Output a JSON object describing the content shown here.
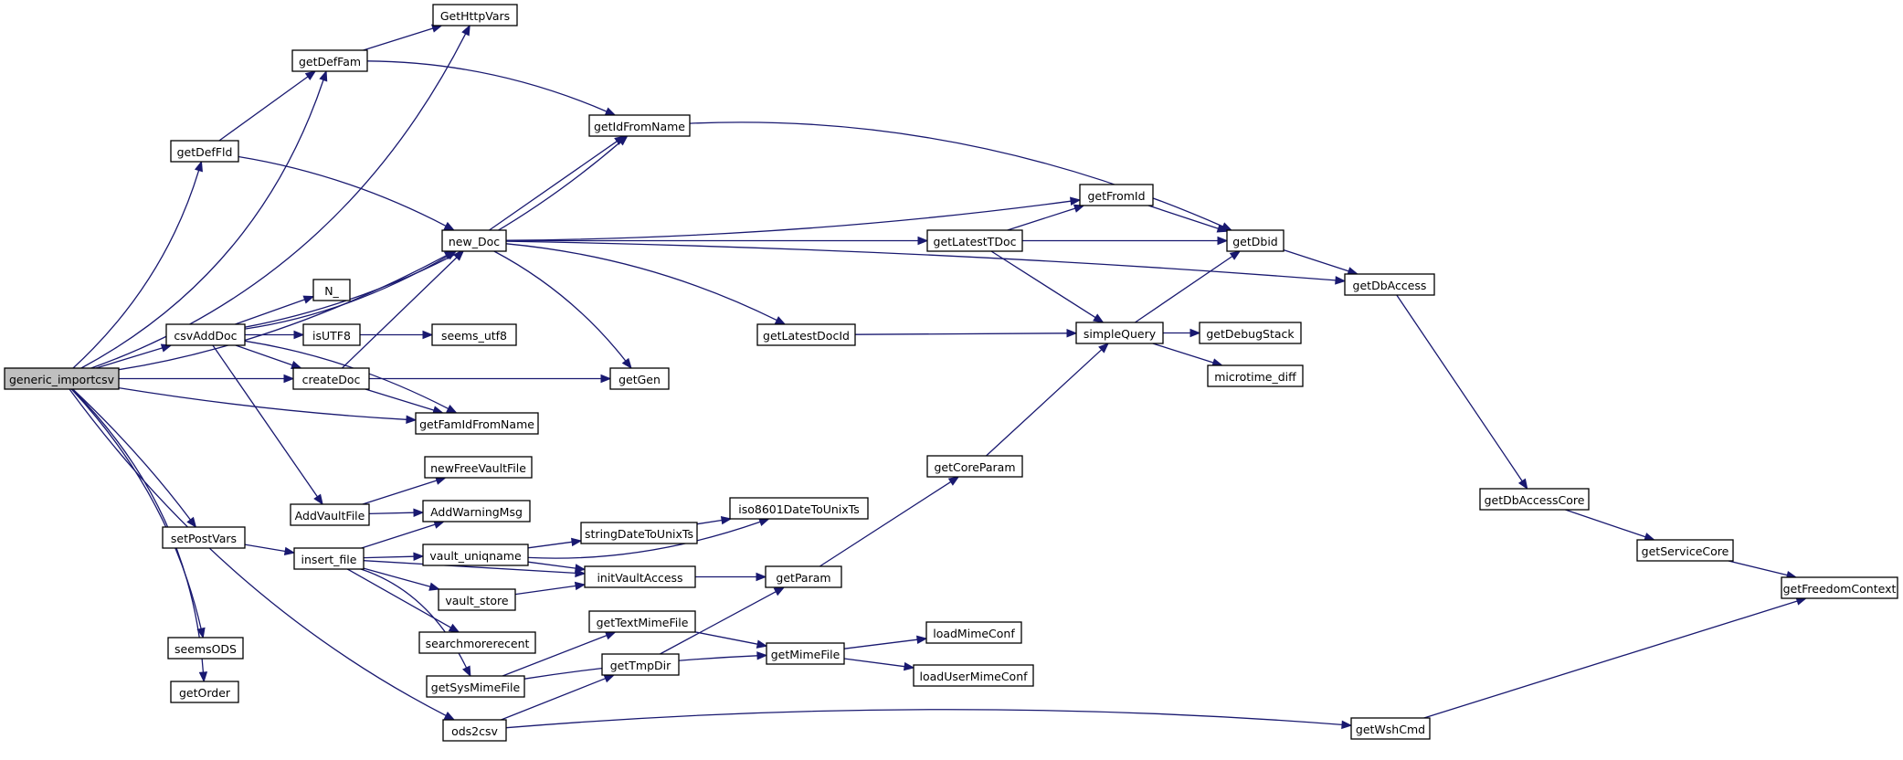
{
  "diagram": {
    "nodes": {
      "generic_importcsv": "generic_importcsv",
      "getDefFam": "getDefFam",
      "GetHttpVars": "GetHttpVars",
      "getDefFld": "getDefFld",
      "getIdFromName": "getIdFromName",
      "new_Doc": "new_Doc",
      "csvAddDoc": "csvAddDoc",
      "N_": "N_",
      "isUTF8": "isUTF8",
      "seems_utf8": "seems_utf8",
      "createDoc": "createDoc",
      "getGen": "getGen",
      "getFamIdFromName": "getFamIdFromName",
      "getFromId": "getFromId",
      "getLatestTDoc": "getLatestTDoc",
      "getDbid": "getDbid",
      "getDbAccess": "getDbAccess",
      "getLatestDocId": "getLatestDocId",
      "simpleQuery": "simpleQuery",
      "getDebugStack": "getDebugStack",
      "microtime_diff": "microtime_diff",
      "newFreeVaultFile": "newFreeVaultFile",
      "AddVaultFile": "AddVaultFile",
      "AddWarningMsg": "AddWarningMsg",
      "setPostVars": "setPostVars",
      "insert_file": "insert_file",
      "vault_uniqname": "vault_uniqname",
      "iso8601DateToUnixTs": "iso8601DateToUnixTs",
      "stringDateToUnixTs": "stringDateToUnixTs",
      "initVaultAccess": "initVaultAccess",
      "getParam": "getParam",
      "vault_store": "vault_store",
      "getCoreParam": "getCoreParam",
      "searchmorerecent": "searchmorerecent",
      "getTextMimeFile": "getTextMimeFile",
      "getMimeFile": "getMimeFile",
      "loadMimeConf": "loadMimeConf",
      "loadUserMimeConf": "loadUserMimeConf",
      "getSysMimeFile": "getSysMimeFile",
      "getTmpDir": "getTmpDir",
      "seemsODS": "seemsODS",
      "getOrder": "getOrder",
      "ods2csv": "ods2csv",
      "getWshCmd": "getWshCmd",
      "getDbAccessCore": "getDbAccessCore",
      "getServiceCore": "getServiceCore",
      "getFreedomContext": "getFreedomContext"
    },
    "root": "generic_importcsv",
    "edges": [
      [
        "generic_importcsv",
        "GetHttpVars"
      ],
      [
        "generic_importcsv",
        "getDefFam"
      ],
      [
        "generic_importcsv",
        "getDefFld"
      ],
      [
        "generic_importcsv",
        "new_Doc"
      ],
      [
        "generic_importcsv",
        "csvAddDoc"
      ],
      [
        "generic_importcsv",
        "createDoc"
      ],
      [
        "generic_importcsv",
        "getFamIdFromName"
      ],
      [
        "generic_importcsv",
        "setPostVars"
      ],
      [
        "generic_importcsv",
        "ods2csv"
      ],
      [
        "generic_importcsv",
        "seemsODS"
      ],
      [
        "generic_importcsv",
        "getOrder"
      ],
      [
        "getDefFam",
        "GetHttpVars"
      ],
      [
        "getDefFam",
        "getIdFromName"
      ],
      [
        "getDefFld",
        "getDefFam"
      ],
      [
        "getDefFld",
        "new_Doc"
      ],
      [
        "csvAddDoc",
        "getIdFromName"
      ],
      [
        "csvAddDoc",
        "new_Doc"
      ],
      [
        "csvAddDoc",
        "N_"
      ],
      [
        "csvAddDoc",
        "isUTF8"
      ],
      [
        "csvAddDoc",
        "createDoc"
      ],
      [
        "csvAddDoc",
        "getFamIdFromName"
      ],
      [
        "csvAddDoc",
        "AddVaultFile"
      ],
      [
        "isUTF8",
        "seems_utf8"
      ],
      [
        "createDoc",
        "new_Doc"
      ],
      [
        "createDoc",
        "getGen"
      ],
      [
        "createDoc",
        "getFamIdFromName"
      ],
      [
        "new_Doc",
        "getIdFromName"
      ],
      [
        "new_Doc",
        "getFromId"
      ],
      [
        "new_Doc",
        "getLatestTDoc"
      ],
      [
        "new_Doc",
        "getDbAccess"
      ],
      [
        "new_Doc",
        "getLatestDocId"
      ],
      [
        "new_Doc",
        "getGen"
      ],
      [
        "getIdFromName",
        "getDbid"
      ],
      [
        "getLatestTDoc",
        "getFromId"
      ],
      [
        "getLatestTDoc",
        "getDbid"
      ],
      [
        "getLatestTDoc",
        "simpleQuery"
      ],
      [
        "getFromId",
        "getDbid"
      ],
      [
        "getLatestDocId",
        "simpleQuery"
      ],
      [
        "simpleQuery",
        "getDbid"
      ],
      [
        "simpleQuery",
        "getDebugStack"
      ],
      [
        "simpleQuery",
        "microtime_diff"
      ],
      [
        "getDbid",
        "getDbAccess"
      ],
      [
        "getDbAccess",
        "getDbAccessCore"
      ],
      [
        "getDbAccessCore",
        "getServiceCore"
      ],
      [
        "getServiceCore",
        "getFreedomContext"
      ],
      [
        "AddVaultFile",
        "newFreeVaultFile"
      ],
      [
        "AddVaultFile",
        "AddWarningMsg"
      ],
      [
        "setPostVars",
        "insert_file"
      ],
      [
        "insert_file",
        "AddWarningMsg"
      ],
      [
        "insert_file",
        "vault_uniqname"
      ],
      [
        "insert_file",
        "initVaultAccess"
      ],
      [
        "insert_file",
        "vault_store"
      ],
      [
        "insert_file",
        "searchmorerecent"
      ],
      [
        "insert_file",
        "getSysMimeFile"
      ],
      [
        "vault_uniqname",
        "iso8601DateToUnixTs"
      ],
      [
        "vault_uniqname",
        "stringDateToUnixTs"
      ],
      [
        "vault_uniqname",
        "initVaultAccess"
      ],
      [
        "stringDateToUnixTs",
        "iso8601DateToUnixTs"
      ],
      [
        "vault_store",
        "initVaultAccess"
      ],
      [
        "initVaultAccess",
        "getParam"
      ],
      [
        "getParam",
        "getCoreParam"
      ],
      [
        "getCoreParam",
        "simpleQuery"
      ],
      [
        "getTextMimeFile",
        "getMimeFile"
      ],
      [
        "getSysMimeFile",
        "getTextMimeFile"
      ],
      [
        "getSysMimeFile",
        "getMimeFile"
      ],
      [
        "getTmpDir",
        "getParam"
      ],
      [
        "getMimeFile",
        "loadMimeConf"
      ],
      [
        "getMimeFile",
        "loadUserMimeConf"
      ],
      [
        "ods2csv",
        "getTmpDir"
      ],
      [
        "ods2csv",
        "getWshCmd"
      ],
      [
        "getWshCmd",
        "getFreedomContext"
      ]
    ],
    "colors": {
      "edge": "#191970",
      "root_fill": "#bfbfbf",
      "node_fill": "#ffffff",
      "node_border": "#000000"
    }
  }
}
